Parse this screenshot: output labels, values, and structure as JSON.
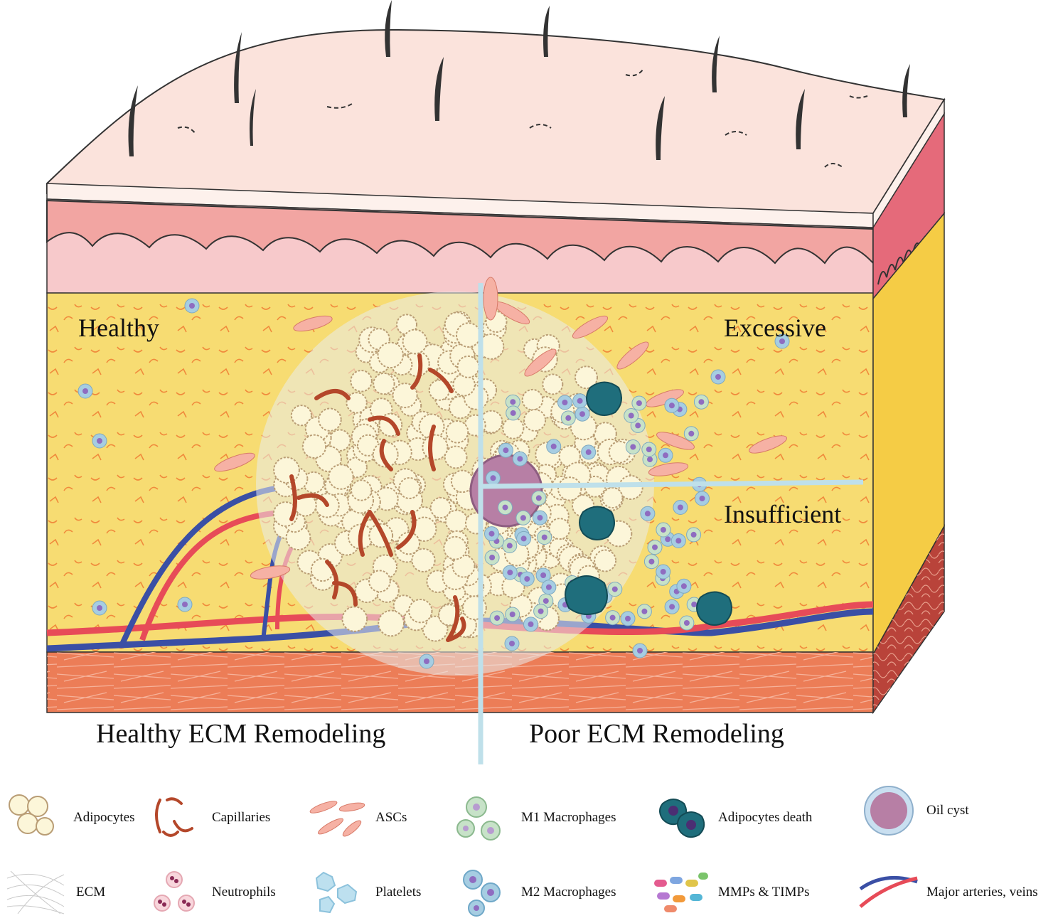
{
  "regions": {
    "healthy": "Healthy",
    "excessive": "Excessive",
    "insufficient": "Insufficient"
  },
  "sections": {
    "left": "Healthy ECM Remodeling",
    "right": "Poor ECM Remodeling"
  },
  "legend": [
    {
      "icon": "adipocytes-icon",
      "label": "Adipocytes"
    },
    {
      "icon": "capillaries-icon",
      "label": "Capillaries"
    },
    {
      "icon": "ascs-icon",
      "label": "ASCs"
    },
    {
      "icon": "m1-macrophages-icon",
      "label": "M1 Macrophages"
    },
    {
      "icon": "adipocytes-death-icon",
      "label": "Adipocytes death"
    },
    {
      "icon": "oil-cyst-icon",
      "label": "Oil cyst"
    },
    {
      "icon": "ecm-icon",
      "label": "ECM"
    },
    {
      "icon": "neutrophils-icon",
      "label": "Neutrophils"
    },
    {
      "icon": "platelets-icon",
      "label": "Platelets"
    },
    {
      "icon": "m2-macrophages-icon",
      "label": "M2 Macrophages"
    },
    {
      "icon": "mmps-timps-icon",
      "label": "MMPs & TIMPs"
    },
    {
      "icon": "arteries-veins-icon",
      "label": "Major arteries, veins"
    }
  ],
  "colors": {
    "epidermis": "#fbe3dc",
    "dermis": "#f2a5a2",
    "papillary": "#f7c9cb",
    "fat": "#f7dc72",
    "muscle": "#ec7d57",
    "adipocyte": "#fcf6d9",
    "capillary": "#b4472a",
    "macrophage_m1": "#c7e2c8",
    "macrophage_m2": "#a6cde2",
    "artery": "#e74b58",
    "vein": "#3a4fa5",
    "cyst": "#b77fa5",
    "divider": "#bfe0ea"
  }
}
